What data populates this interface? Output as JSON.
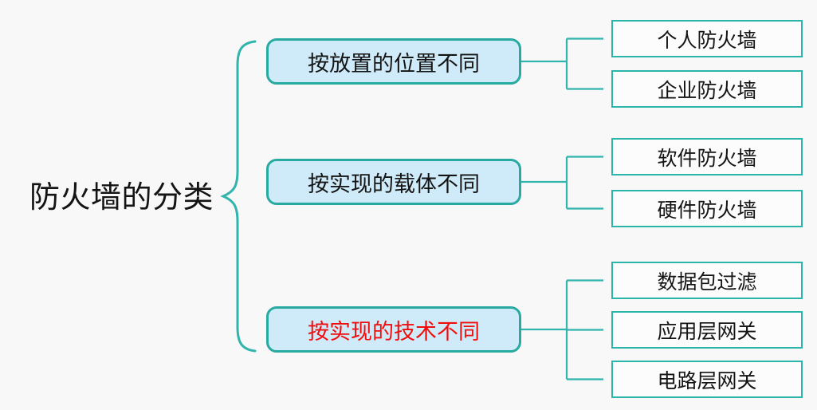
{
  "diagram": {
    "root_label": "防火墙的分类",
    "branches": [
      {
        "label": "按放置的位置不同",
        "highlight": false,
        "children": [
          "个人防火墙",
          "企业防火墙"
        ]
      },
      {
        "label": "按实现的载体不同",
        "highlight": false,
        "children": [
          "软件防火墙",
          "硬件防火墙"
        ]
      },
      {
        "label": "按实现的技术不同",
        "highlight": true,
        "children": [
          "数据包过滤",
          "应用层网关",
          "电路层网关"
        ]
      }
    ]
  },
  "colors": {
    "bg": "#f9f8f8",
    "accent": "#30b4ab",
    "node_border": "#28aaa1",
    "node_fill": "#cfeaf8",
    "leaf_fill": "#fcfcfc",
    "leaf_border": "#2ab5ab",
    "text": "#141414",
    "highlight": "#f20d0d"
  }
}
